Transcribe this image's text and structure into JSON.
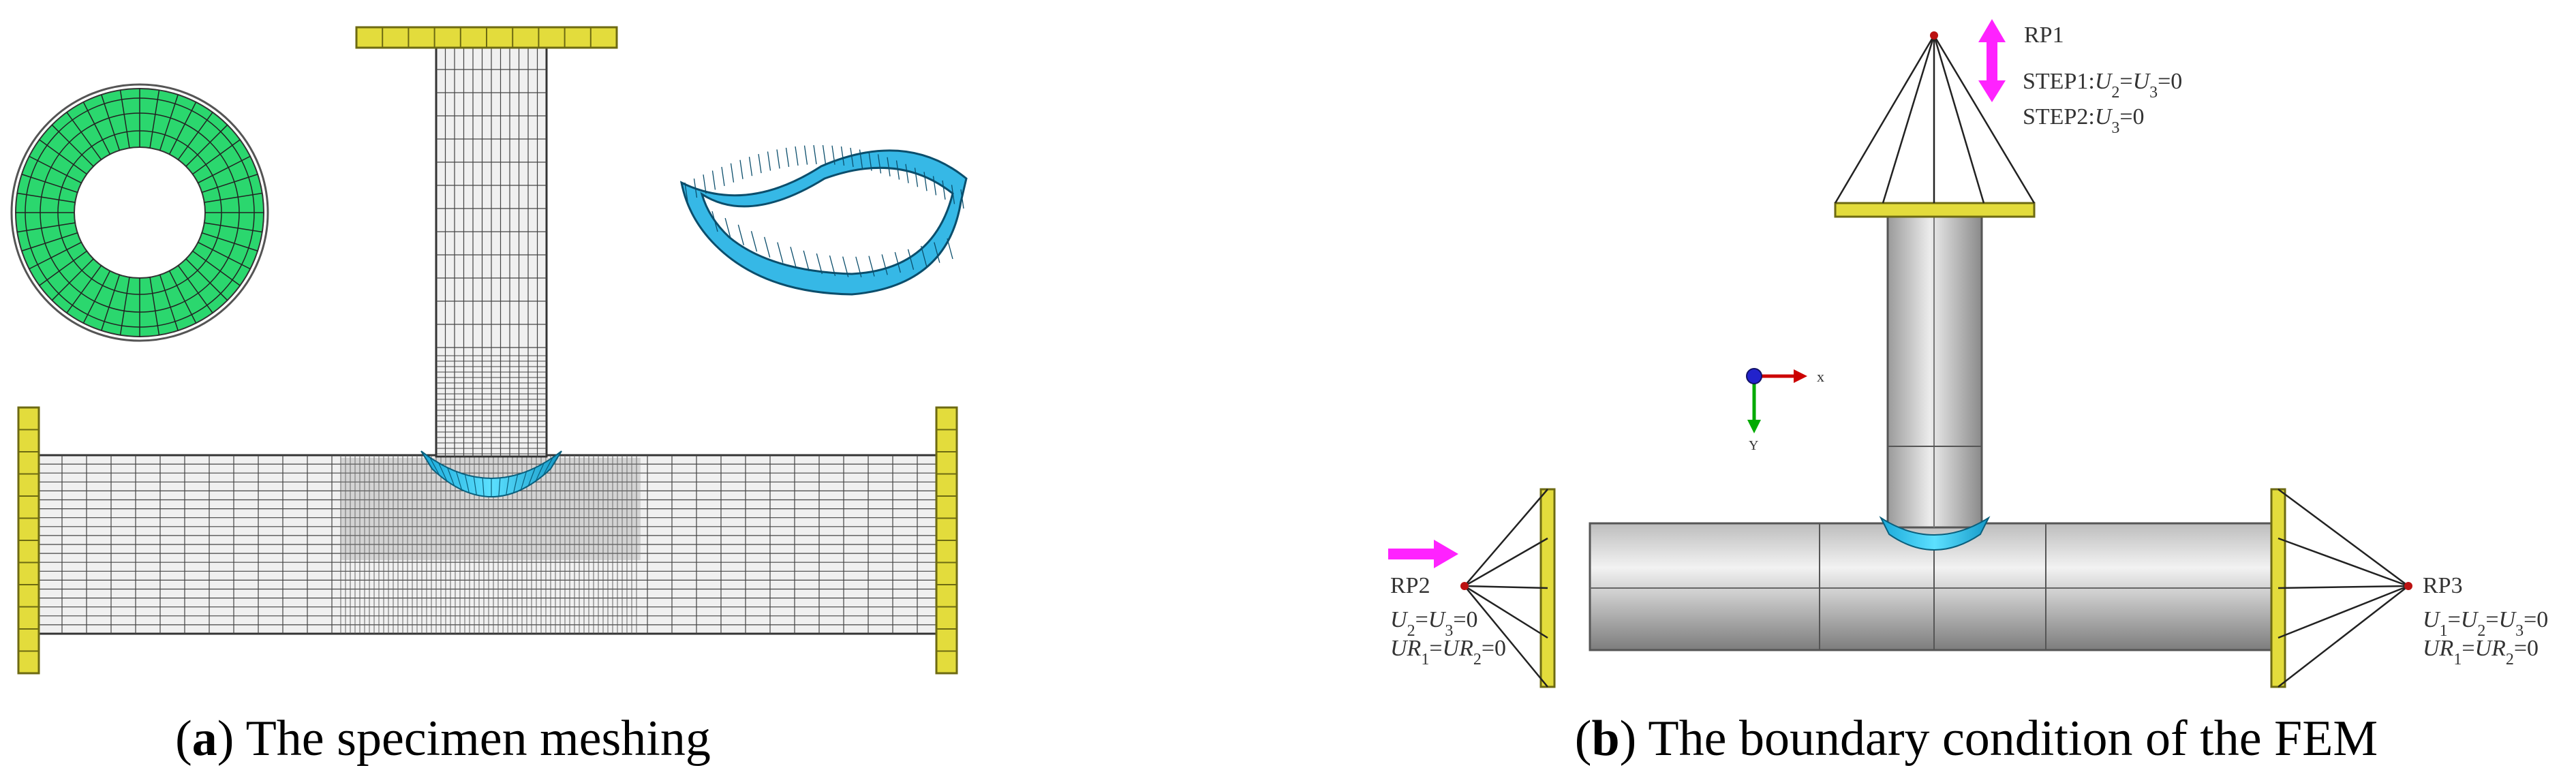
{
  "colors": {
    "flange": "#e3dc3c",
    "flange_edge": "#8a8618",
    "weld": "#29c6e8",
    "ring": "#2bd76e",
    "mesh_line": "#333333",
    "arrow": "#ff22ff",
    "pipe_light": "#e6e6e6",
    "pipe_dark": "#8c8c8c",
    "axis_x": "#cc0000",
    "axis_y": "#00aa00",
    "axis_z": "#2222cc"
  },
  "panel_a": {
    "caption_letter": "a",
    "caption_text": " The specimen meshing"
  },
  "panel_b": {
    "caption_letter": "b",
    "caption_text": " The boundary condition of the FEM",
    "rp1": "RP1",
    "rp2": "RP2",
    "rp3": "RP3",
    "step1": [
      "STEP1:",
      "U",
      "2",
      "=",
      "U",
      "3",
      "=0"
    ],
    "step2": [
      "STEP2:",
      "U",
      "3",
      "=0"
    ],
    "rp2_bc1": [
      "U",
      "2",
      "=",
      "U",
      "3",
      "=0"
    ],
    "rp2_bc2": [
      "UR",
      "1",
      "=",
      "UR",
      "2",
      "=0"
    ],
    "rp3_bc1": [
      "U",
      "1",
      "=",
      "U",
      "2",
      "=",
      "U",
      "3",
      "=0"
    ],
    "rp3_bc2": [
      "UR",
      "1",
      "=",
      "UR",
      "2",
      "=0"
    ],
    "axis_x_label": "x",
    "axis_y_label": "Y"
  }
}
